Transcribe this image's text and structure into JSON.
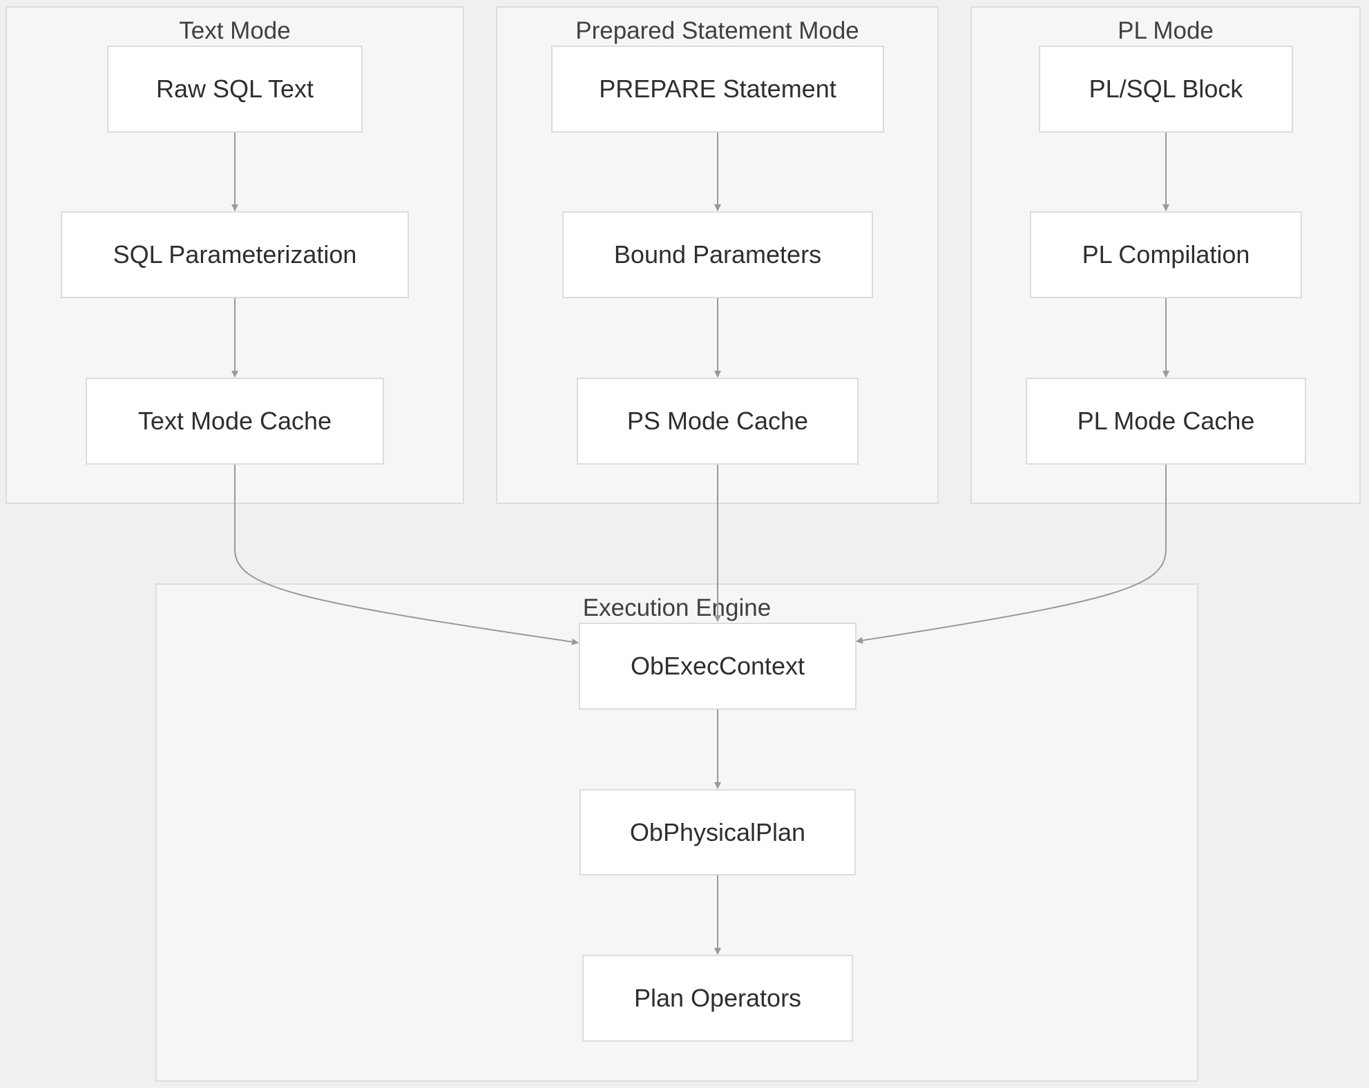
{
  "diagram": {
    "clusters": [
      {
        "id": "text_mode",
        "title": "Text Mode"
      },
      {
        "id": "ps_mode",
        "title": "Prepared Statement Mode"
      },
      {
        "id": "pl_mode",
        "title": "PL Mode"
      },
      {
        "id": "exec_engine",
        "title": "Execution Engine"
      }
    ],
    "nodes": [
      {
        "id": "raw_sql",
        "label": "Raw SQL Text",
        "cluster": "text_mode"
      },
      {
        "id": "sql_param",
        "label": "SQL Parameterization",
        "cluster": "text_mode"
      },
      {
        "id": "text_cache",
        "label": "Text Mode Cache",
        "cluster": "text_mode"
      },
      {
        "id": "prepare",
        "label": "PREPARE Statement",
        "cluster": "ps_mode"
      },
      {
        "id": "bound",
        "label": "Bound Parameters",
        "cluster": "ps_mode"
      },
      {
        "id": "ps_cache",
        "label": "PS Mode Cache",
        "cluster": "ps_mode"
      },
      {
        "id": "plsql",
        "label": "PL/SQL Block",
        "cluster": "pl_mode"
      },
      {
        "id": "pl_comp",
        "label": "PL Compilation",
        "cluster": "pl_mode"
      },
      {
        "id": "pl_cache",
        "label": "PL Mode Cache",
        "cluster": "pl_mode"
      },
      {
        "id": "exec_ctx",
        "label": "ObExecContext",
        "cluster": "exec_engine"
      },
      {
        "id": "phys_plan",
        "label": "ObPhysicalPlan",
        "cluster": "exec_engine"
      },
      {
        "id": "plan_ops",
        "label": "Plan Operators",
        "cluster": "exec_engine"
      }
    ],
    "edges": [
      {
        "from": "raw_sql",
        "to": "sql_param"
      },
      {
        "from": "sql_param",
        "to": "text_cache"
      },
      {
        "from": "prepare",
        "to": "bound"
      },
      {
        "from": "bound",
        "to": "ps_cache"
      },
      {
        "from": "plsql",
        "to": "pl_comp"
      },
      {
        "from": "pl_comp",
        "to": "pl_cache"
      },
      {
        "from": "text_cache",
        "to": "exec_ctx"
      },
      {
        "from": "ps_cache",
        "to": "exec_ctx"
      },
      {
        "from": "pl_cache",
        "to": "exec_ctx"
      },
      {
        "from": "exec_ctx",
        "to": "phys_plan"
      },
      {
        "from": "phys_plan",
        "to": "plan_ops"
      }
    ],
    "colors": {
      "background": "#f1f0ef",
      "cluster_fill": "#f6f6f6",
      "cluster_border": "#dddddd",
      "node_fill": "#ffffff",
      "node_border": "#dcdcdc",
      "edge": "#999999"
    }
  }
}
